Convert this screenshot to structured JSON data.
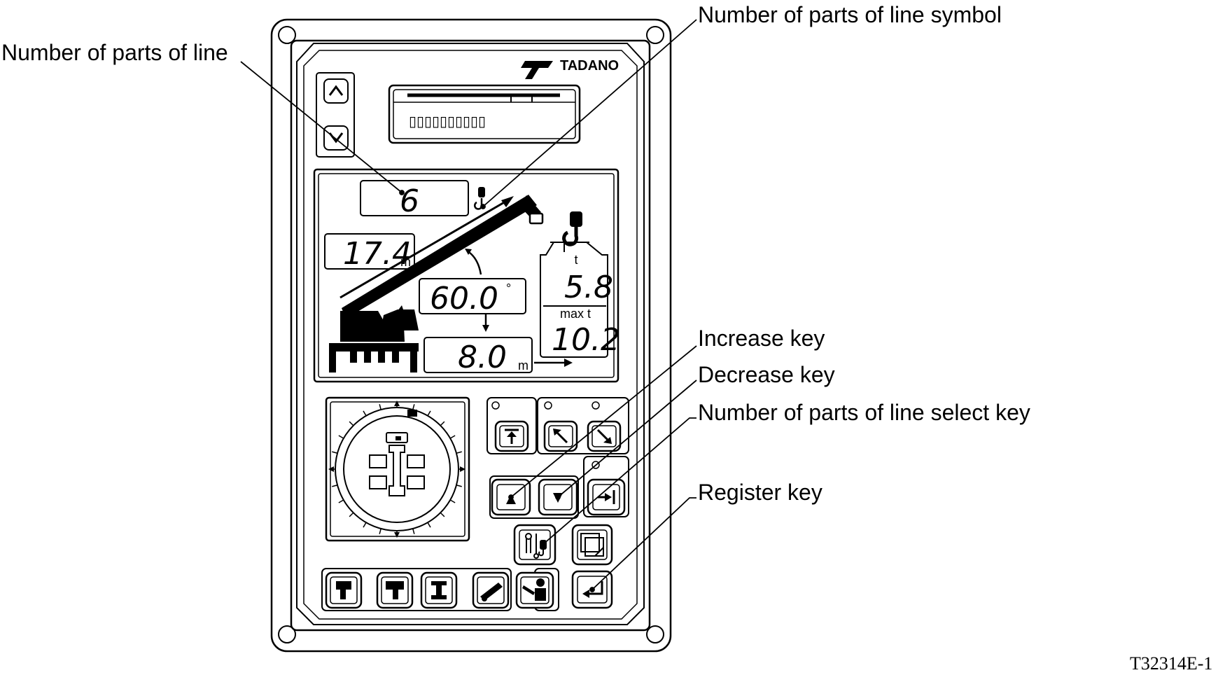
{
  "callouts": {
    "number_of_parts_of_line": "Number of parts of line",
    "number_of_parts_of_line_symbol": "Number of parts of line symbol",
    "increase_key": "Increase key",
    "decrease_key": "Decrease key",
    "number_of_parts_of_line_select_key": "Number of parts of line select key",
    "register_key": "Register key"
  },
  "panel": {
    "brand": "TADANO",
    "message_display": "▯▯▯▯▯▯▯▯▯▯"
  },
  "display": {
    "parts_of_line": "6",
    "boom_length": "17.4",
    "boom_length_unit": "m",
    "boom_angle": "60.0",
    "boom_angle_unit": "°",
    "working_radius": "8.0",
    "working_radius_unit": "m",
    "load_unit": "t",
    "actual_load": "5.8",
    "max_load_label": "max t",
    "rated_load": "10.2"
  },
  "figure_code": "T32314E-1"
}
